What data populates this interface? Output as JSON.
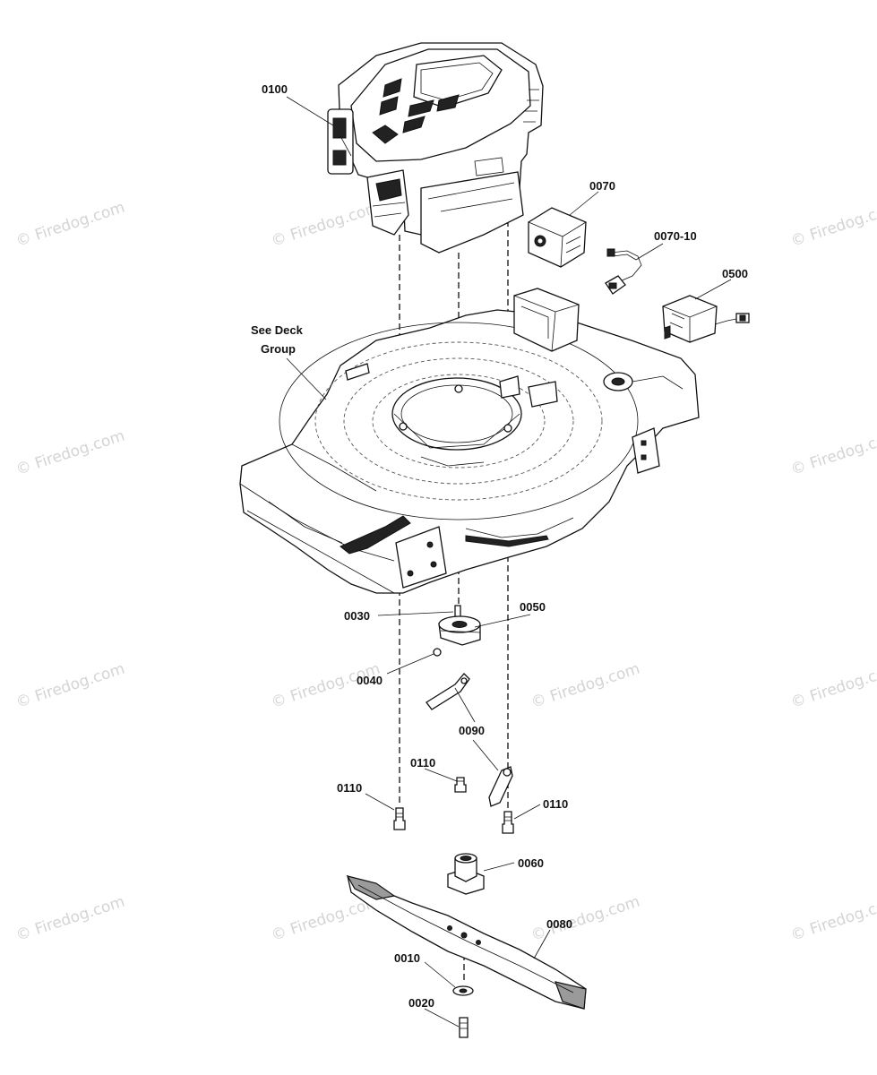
{
  "diagram": {
    "callouts": {
      "c0100": "0100",
      "c0070": "0070",
      "c0070_10": "0070-10",
      "c0500": "0500",
      "deck_1": "See Deck",
      "deck_2": "Group",
      "c0030": "0030",
      "c0050": "0050",
      "c0040": "0040",
      "c0090": "0090",
      "c0110_top": "0110",
      "c0110_left": "0110",
      "c0110_right": "0110",
      "c0060": "0060",
      "c0080": "0080",
      "c0010": "0010",
      "c0020": "0020"
    },
    "watermark": "© Firedog.com"
  },
  "colors": {
    "ink": "#111111",
    "watermark": "#d4d4d4",
    "fill_gray": "#9a9a9a",
    "background": "#ffffff"
  }
}
